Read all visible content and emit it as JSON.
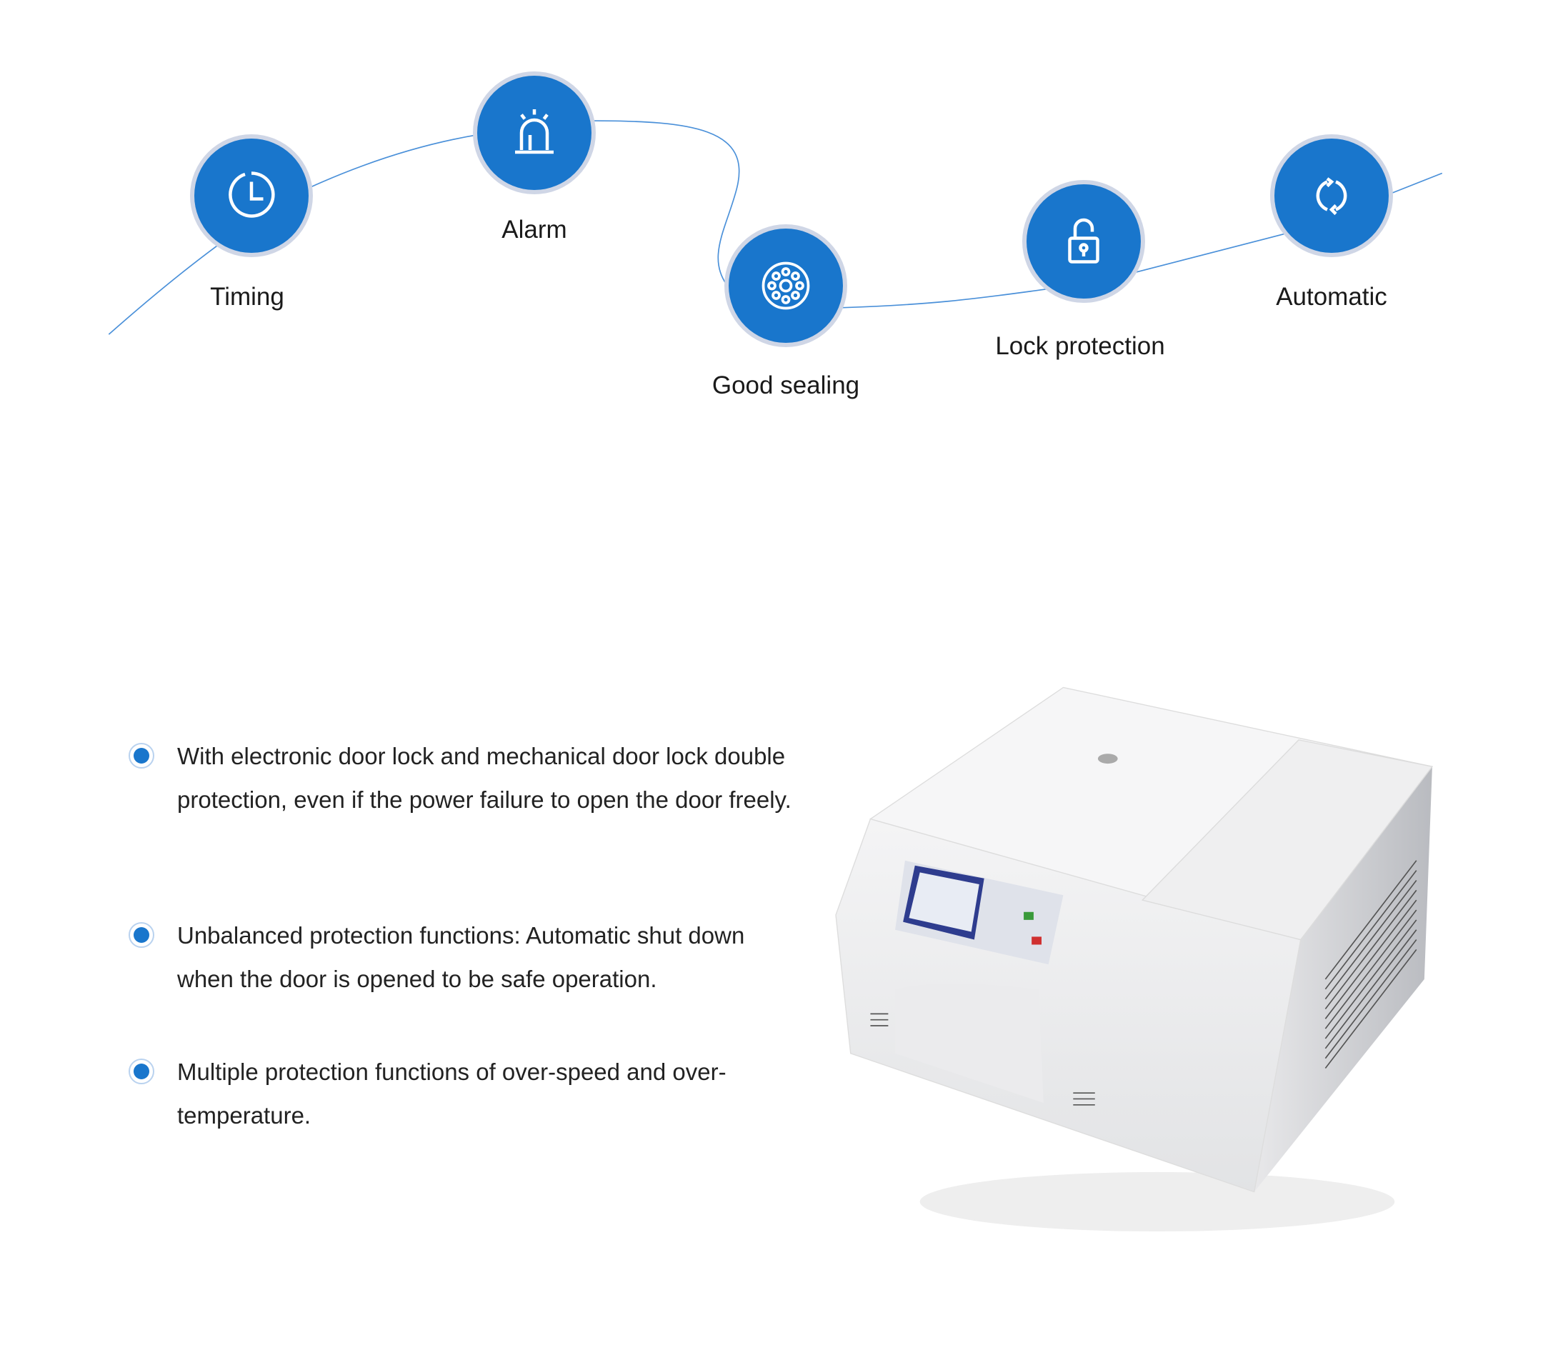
{
  "features": [
    {
      "label": "Timing",
      "icon": "clock-icon"
    },
    {
      "label": "Alarm",
      "icon": "alarm-light-icon"
    },
    {
      "label": "Good sealing",
      "icon": "seal-ring-icon"
    },
    {
      "label": "Lock protection",
      "icon": "padlock-icon"
    },
    {
      "label": "Automatic",
      "icon": "refresh-icon"
    }
  ],
  "bullets": [
    "With electronic door lock and mechanical door lock double protection, even if the power failure to open the door freely.",
    "Unbalanced protection functions: Automatic shut down when the door is opened to be safe operation.",
    "Multiple protection functions of over-speed and over-temperature."
  ],
  "colors": {
    "accent": "#1976cc",
    "ring": "#cfd6e6",
    "line": "#4a90d9"
  }
}
